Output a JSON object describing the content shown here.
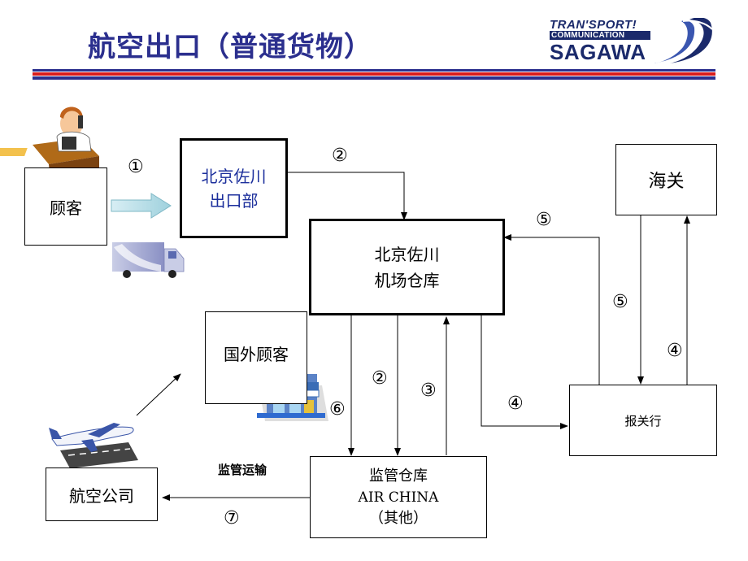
{
  "title": "航空出口（普通货物）",
  "logo": {
    "line1": "TRAN'SPORT!",
    "line2": "COMMUNICATION",
    "line3": "SAGAWA"
  },
  "nodes": {
    "customer": "顾客",
    "export_dept": [
      "北京佐川",
      "出口部"
    ],
    "airport_warehouse": [
      "北京佐川",
      "机场仓库"
    ],
    "customs": "海关",
    "overseas_customer": "国外顾客",
    "customs_broker": "报关行",
    "bonded_warehouse": [
      "监管仓库",
      "AIR CHINA",
      "（其他）"
    ],
    "airline": "航空公司"
  },
  "labels": {
    "bonded_transport": "监管运输"
  },
  "steps": {
    "customer_to_dept": "①",
    "dept_to_warehouse": "②",
    "customs_to_warehouse": "⑤",
    "customs_down": "⑤",
    "broker_up": "④",
    "warehouse_down": "②",
    "bonded_up": "③",
    "warehouse_to_broker": "④",
    "to_overseas": "⑥",
    "to_airline": "⑦"
  },
  "colors": {
    "title": "#2b2f8e",
    "rule_blue": "#2b2f8e",
    "rule_red": "#d81c1c",
    "dept_text": "#1c2f9c"
  }
}
